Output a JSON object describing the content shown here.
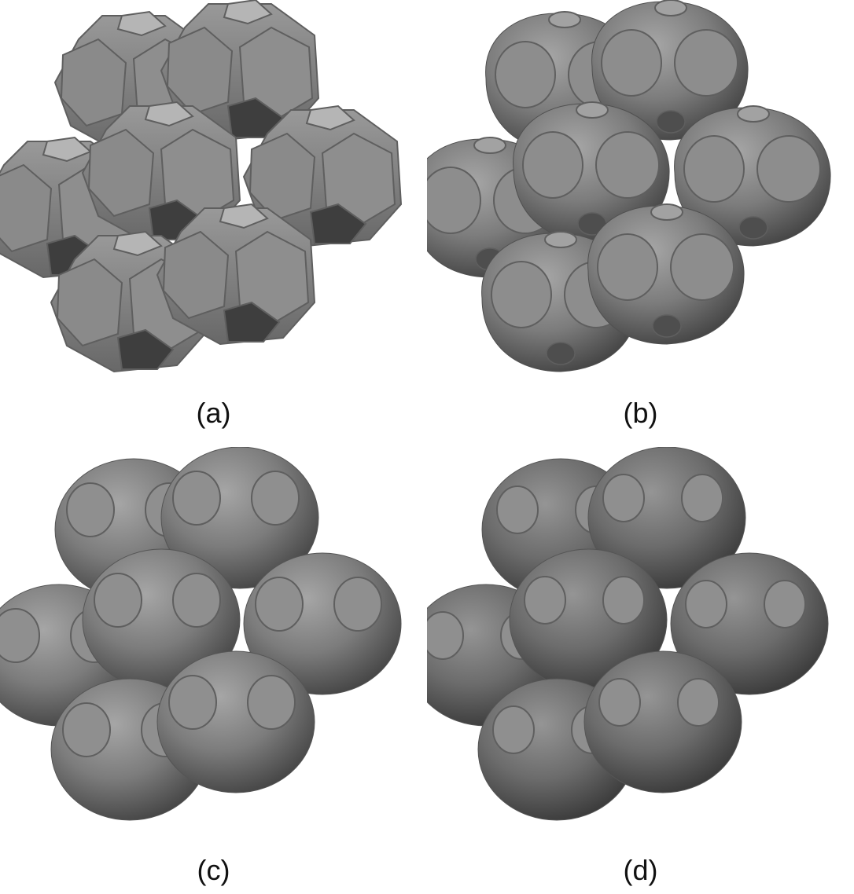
{
  "figure": {
    "panels": [
      {
        "label": "(a)",
        "shape": "truncated-octahedron"
      },
      {
        "label": "(b)",
        "shape": "rounded-polyhedron"
      },
      {
        "label": "(c)",
        "shape": "near-sphere"
      },
      {
        "label": "(d)",
        "shape": "sphere"
      }
    ]
  },
  "colors": {
    "background": "#ffffff",
    "grain_light": "#9a9a9a",
    "grain_mid": "#7a7a7a",
    "grain_dark": "#3e3e3e",
    "facet_outline": "#5f5f5f"
  }
}
